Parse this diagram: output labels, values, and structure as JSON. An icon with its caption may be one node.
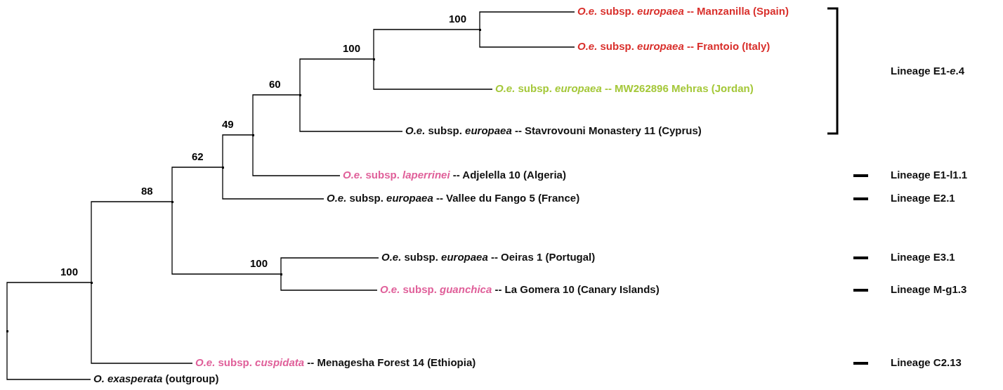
{
  "diagram": {
    "nodes": [
      {
        "text": [],
        "shape": "point"
      },
      {
        "text": [],
        "shape": "point",
        "beside": [
          "100"
        ]
      },
      {
        "text": [],
        "shape": "point",
        "beside": [
          "88"
        ]
      },
      {
        "text": [],
        "shape": "point",
        "beside": [
          "62"
        ]
      },
      {
        "text": [],
        "shape": "point",
        "beside": [
          "100"
        ]
      },
      {
        "text": [],
        "shape": "point",
        "beside": [
          "49"
        ]
      },
      {
        "text": [],
        "shape": "point",
        "beside": [
          "60"
        ]
      },
      {
        "text": [],
        "shape": "point",
        "beside": [
          "100"
        ]
      },
      {
        "text": [],
        "shape": "point",
        "beside": [
          "100"
        ]
      },
      {
        "text": [
          "*O.e.* subsp. *europaea* -- Manzanilla (Spain)"
        ]
      },
      {
        "text": [
          "*O.e.* subsp. *europaea* -- Frantoio (Italy)"
        ]
      },
      {
        "text": [
          "*O.e.* subsp. *europaea* -- MW262896 Mehras (Jordan)"
        ]
      },
      {
        "text": [
          "*O.e.* subsp. *europaea* -- Stavrovouni Monastery 11 (Cyprus)"
        ]
      },
      {
        "text": [
          "*O.e.* subsp. *laperrinei* -- Adjelella 10 (Algeria)"
        ]
      },
      {
        "text": [
          "*O.e.* subsp. *europaea* -- Vallee du Fango 5 (France)"
        ]
      },
      {
        "text": [
          "*O.e.* subsp. *europaea* -- Oeiras 1 (Portugal)"
        ]
      },
      {
        "text": [
          "*O.e.* subsp. *guanchica* -- La Gomera 10 (Canary Islands)"
        ]
      },
      {
        "text": [
          "*O.e.* subsp. *cuspidata* -- Menagesha Forest 14 (Ethiopia)"
        ]
      },
      {
        "text": [
          "*O. exasperata* (outgroup)"
        ]
      }
    ],
    "edges": [
      {
        "from": 0,
        "to": 1,
        "arrow": "none"
      },
      {
        "from": 1,
        "to": 2,
        "arrow": "none"
      },
      {
        "from": 2,
        "to": 3,
        "arrow": "none"
      },
      {
        "from": 3,
        "to": 5,
        "arrow": "none"
      },
      {
        "from": 5,
        "to": 6,
        "arrow": "none"
      },
      {
        "from": 6,
        "to": 7,
        "arrow": "none"
      },
      {
        "from": 7,
        "to": 8,
        "arrow": "none"
      },
      {
        "from": 8,
        "to": 9,
        "arrow": "none"
      },
      {
        "from": 8,
        "to": 10,
        "arrow": "none"
      },
      {
        "from": 7,
        "to": 11,
        "arrow": "none"
      },
      {
        "from": 6,
        "to": 12,
        "arrow": "none"
      },
      {
        "from": 5,
        "to": 13,
        "arrow": "none"
      },
      {
        "from": 3,
        "to": 14,
        "arrow": "none"
      },
      {
        "from": 2,
        "to": 4,
        "arrow": "none"
      },
      {
        "from": 4,
        "to": 15,
        "arrow": "none"
      },
      {
        "from": 4,
        "to": 16,
        "arrow": "none"
      },
      {
        "from": 1,
        "to": 17,
        "arrow": "none"
      },
      {
        "from": 0,
        "to": 18,
        "arrow": "none"
      }
    ],
    "labels": [
      "Lineage E1-*e*.4",
      "Lineage E1-l1.1",
      "Lineage E2.1",
      "Lineage E3.1",
      "Lineage M-g1.3",
      "Lineage C2.13"
    ]
  }
}
